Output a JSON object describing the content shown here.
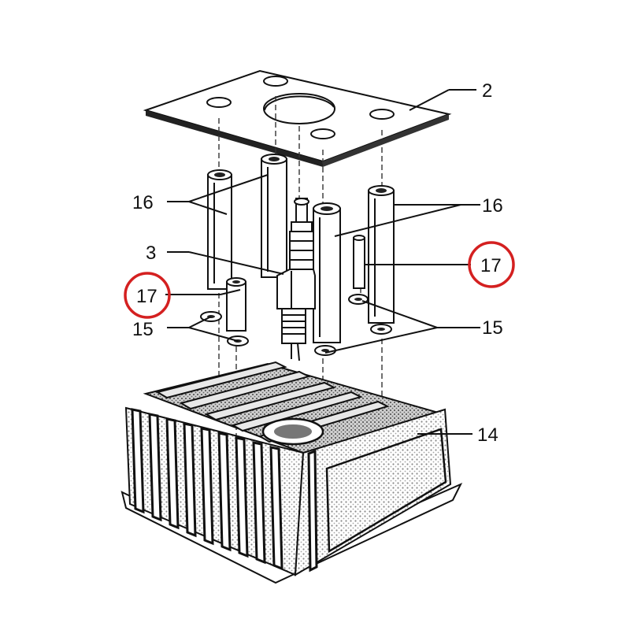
{
  "labels": {
    "gasket": "2",
    "spark_plug": "3",
    "cylinder_head": "14",
    "washers_left": "15",
    "washers_right": "15",
    "spacers_left": "16",
    "spacers_right": "16",
    "pin_left": "17",
    "pin_right": "17"
  },
  "colors": {
    "highlight": "#d42020",
    "ink": "#111111",
    "stipple": "#b9b9b9",
    "paper": "#ffffff"
  }
}
